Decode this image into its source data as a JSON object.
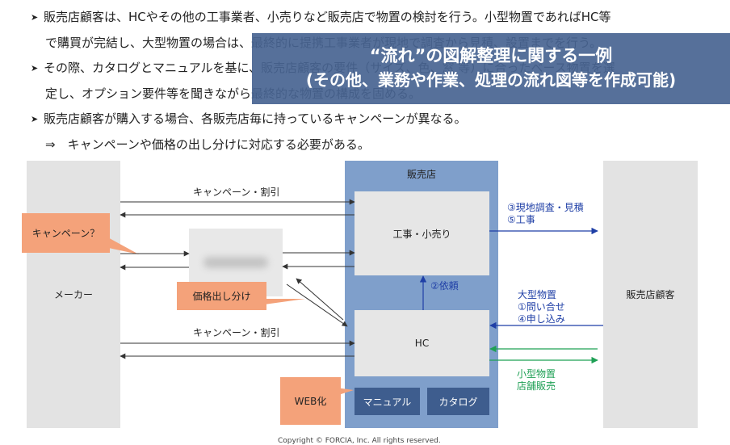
{
  "bullets": [
    {
      "marker": "➤",
      "text": "販売店顧客は、HCやその他の工事業者、小売りなど販売店で物置の検討を行う。小型物置であればHC等"
    },
    {
      "marker": "",
      "text": "で購買が完結し、大型物置の場合は、最終的に提携工事業者が現地で調査から見積、設置までを行う。"
    },
    {
      "marker": "➤",
      "text": "その際、カタログとマニュアルを基に、販売店顧客の要件（サイズ、色、窓 等）に合ったベース物置を選"
    },
    {
      "marker": "",
      "text": "定し、オプション要件等を聞きながら最終的な物置の構成を固める。"
    },
    {
      "marker": "➤",
      "text": "販売店顧客が購入する場合、各販売店毎に持っているキャンペーンが異なる。"
    },
    {
      "marker": "",
      "text": "⇒　キャンペーンや価格の出し分けに対応する必要がある。"
    }
  ],
  "banner": {
    "line1": "“流れ”の図解整理に関する一例",
    "line2": "(その他、業務や作業、処理の流れ図等を作成可能)"
  },
  "diagram": {
    "maker": "メーカー",
    "customer": "販売店顧客",
    "shop": "販売店",
    "koji": "工事・小売り",
    "hc": "HC",
    "manual": "マニュアル",
    "catalog": "カタログ",
    "campaign_top": "キャンペーン・割引",
    "campaign_bottom": "キャンペーン・割引",
    "survey_1": "③現地調査・見積",
    "survey_2": "⑤工事",
    "request": "②依頼",
    "large_1": "大型物置",
    "large_2": "①問い合せ",
    "large_3": "④申し込み",
    "small_1": "小型物置",
    "small_2": "店舗販売"
  },
  "callouts": {
    "campaign": "キャンペーン？",
    "price": "価格出し分け",
    "web": "WEB化"
  },
  "colors": {
    "shop_bg": "#7f9fcb",
    "banner_bg": "#486491",
    "callout_bg": "#f4a27a",
    "blue_arrow": "#1f3fa6",
    "green_arrow": "#1fa055",
    "dark_blue_box": "#3e5d8e"
  },
  "copyright": "Copyright © FORCIA, Inc. All rights reserved."
}
